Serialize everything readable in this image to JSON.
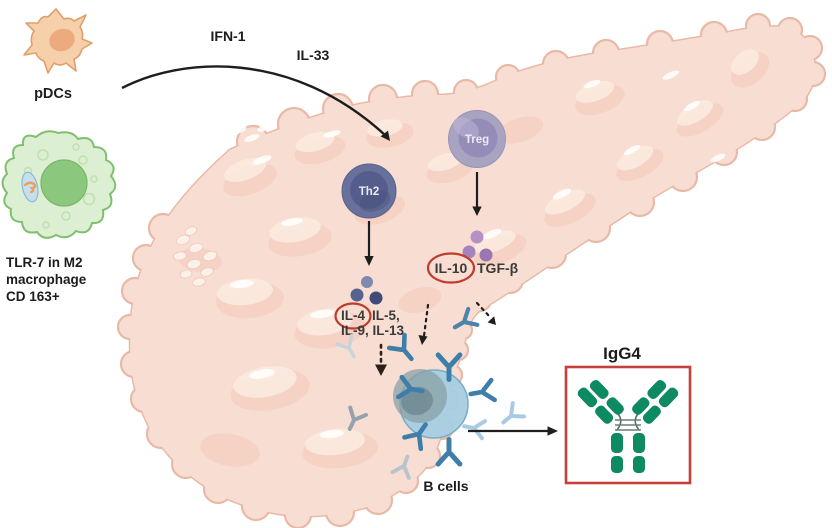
{
  "cells": {
    "pdc": {
      "label": "pDCs"
    },
    "macrophage": {
      "label_lines": [
        "TLR-7 in M2",
        "macrophage",
        "CD 163+"
      ]
    },
    "th2": {
      "label": "Th2"
    },
    "treg": {
      "label": "Treg"
    },
    "b_cell": {
      "label": "B cells"
    }
  },
  "signals": {
    "ifn1": "IFN-1",
    "il33": "IL-33",
    "th2_cytokines": {
      "circled": "IL-4",
      "line1_rest": "IL-5,",
      "line2": "IL-9, IL-13"
    },
    "treg_cytokines": {
      "circled": "IL-10",
      "rest": "TGF-β"
    }
  },
  "antibody": {
    "label": "IgG4"
  },
  "colors": {
    "pancreas": "#f8ded2",
    "pancreas_outline": "#eab9a6",
    "pancreas_shadow": "#f2c9b9",
    "pancreas_light": "#fbe9df",
    "red_accent": "#c5403a",
    "red_circle": "#c03a2d",
    "igg4_green": "#0e8a62",
    "th2_blue": "#68719b",
    "treg_purple": "#a9a3c2",
    "bcell_blue": "#a7cee1",
    "antibody_blue": "#3f7ea8",
    "pdc_orange": "#f6d0ab",
    "macrophage_green": "#dcefd2"
  }
}
